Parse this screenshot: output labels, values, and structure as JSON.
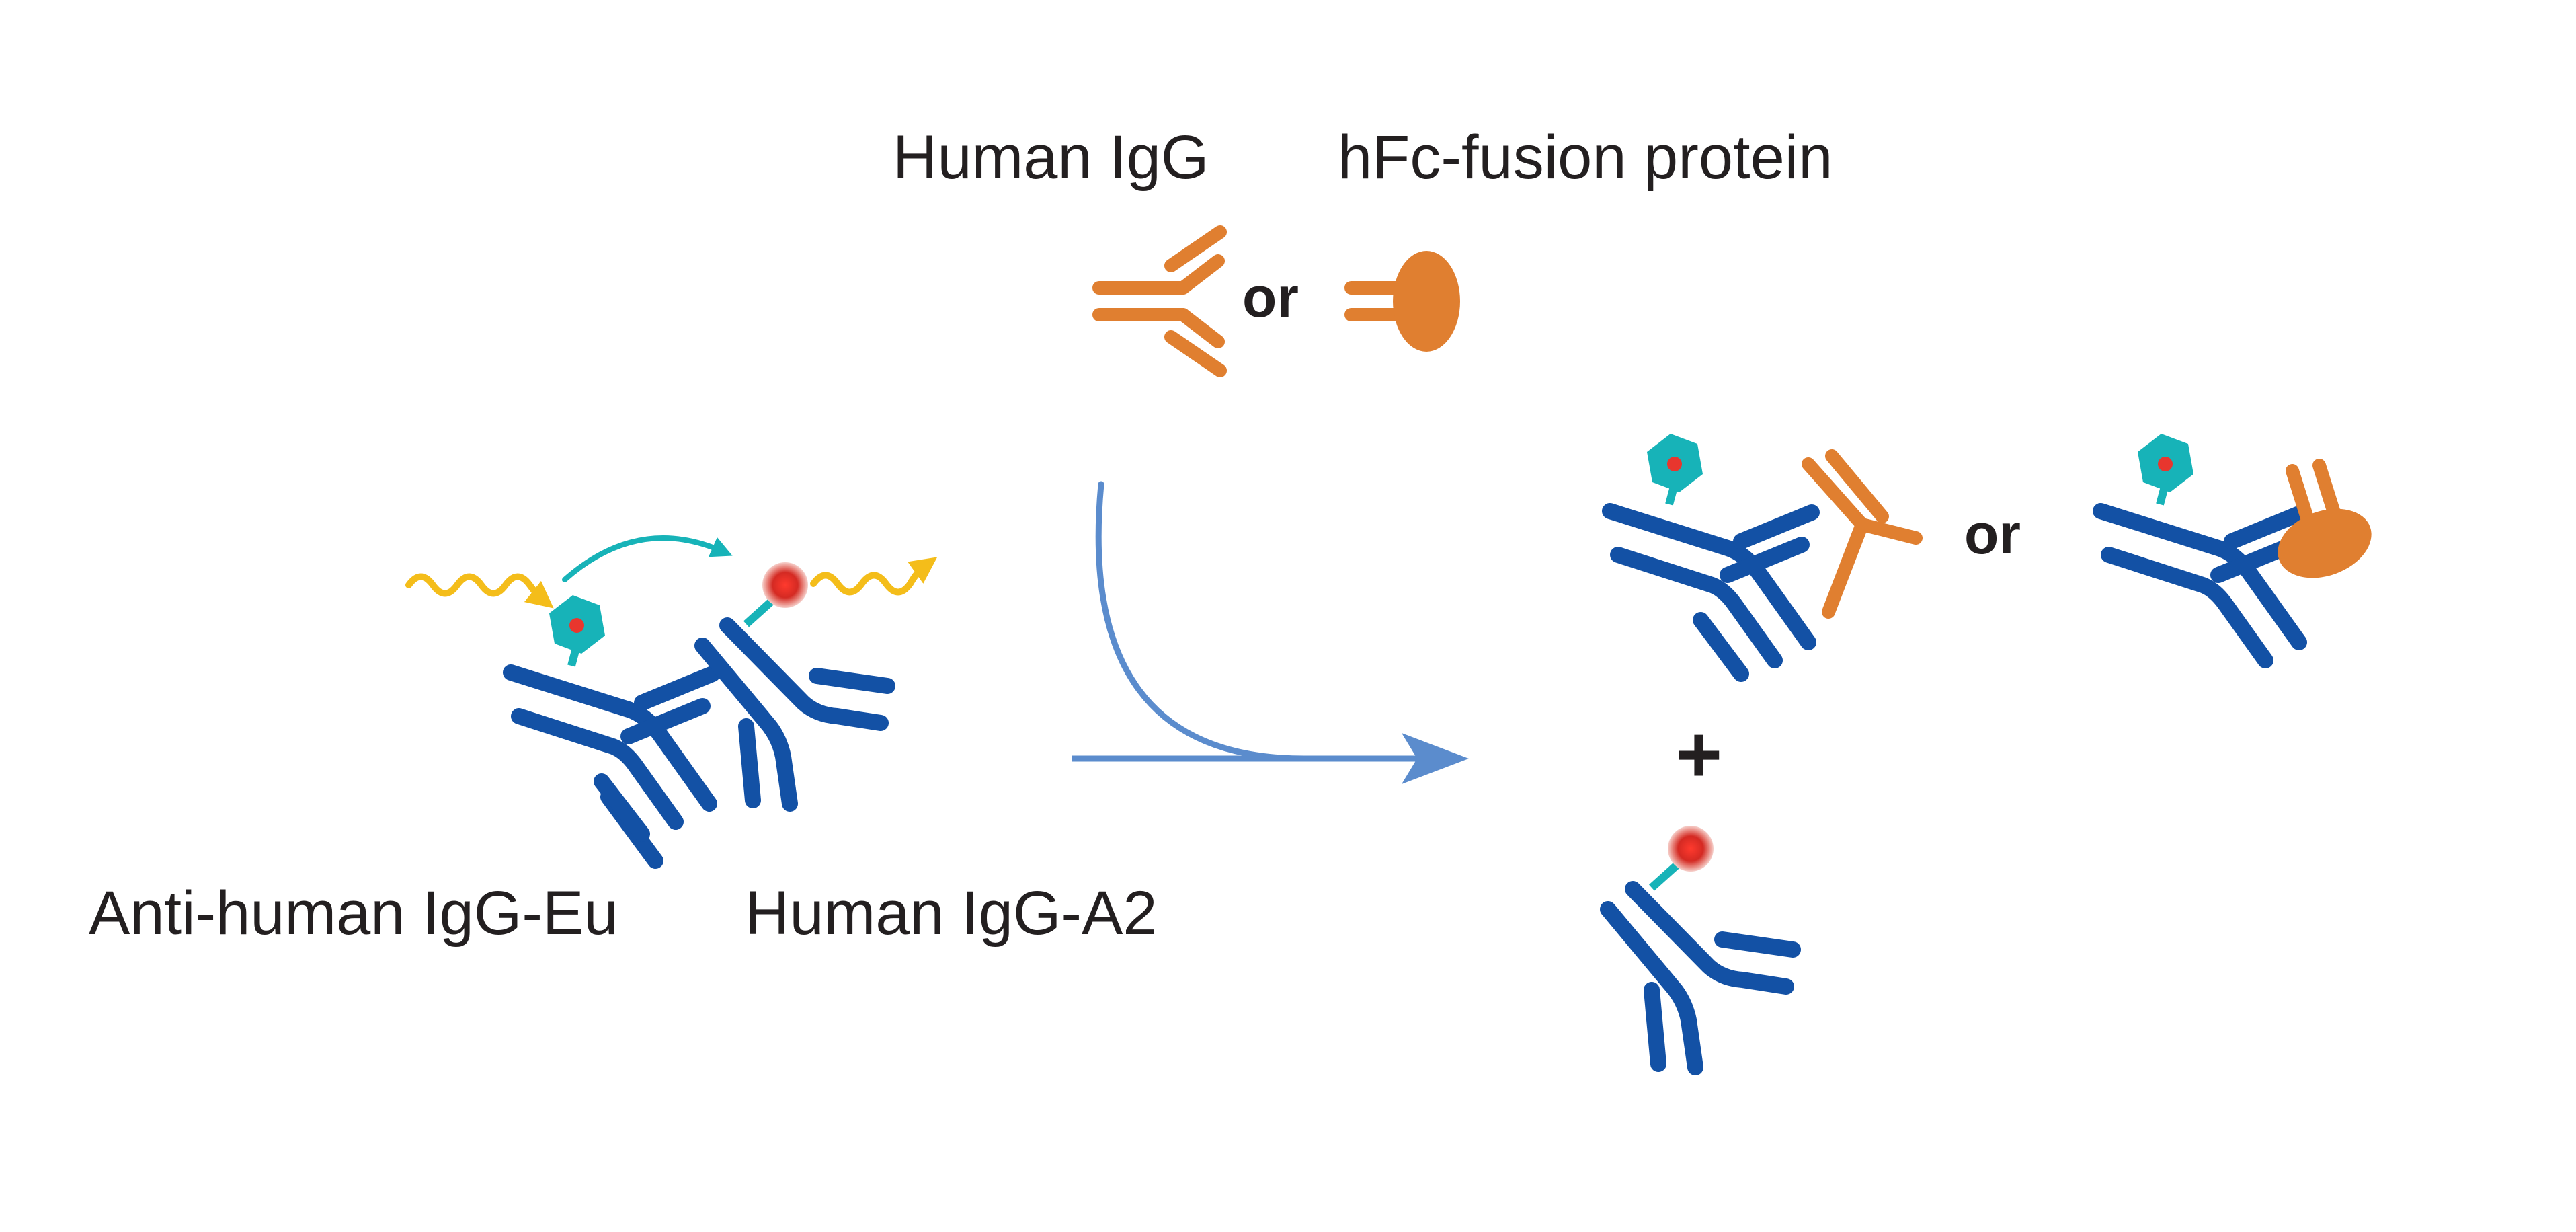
{
  "labels": {
    "human_igg": "Human IgG",
    "hfc_fusion": "hFc-fusion protein",
    "anti_human_igg_eu": "Anti-human IgG-Eu",
    "human_igg_a2": "Human IgG-A2",
    "or": "or",
    "plus": "+"
  },
  "colors": {
    "antibody_blue": "#1351a5",
    "competitor_orange": "#e07f30",
    "donor_teal": "#17b3b8",
    "acceptor_red": "#d42a23",
    "light_wave": "#f4bd1a",
    "arrow_blue": "#5b8ccd"
  }
}
